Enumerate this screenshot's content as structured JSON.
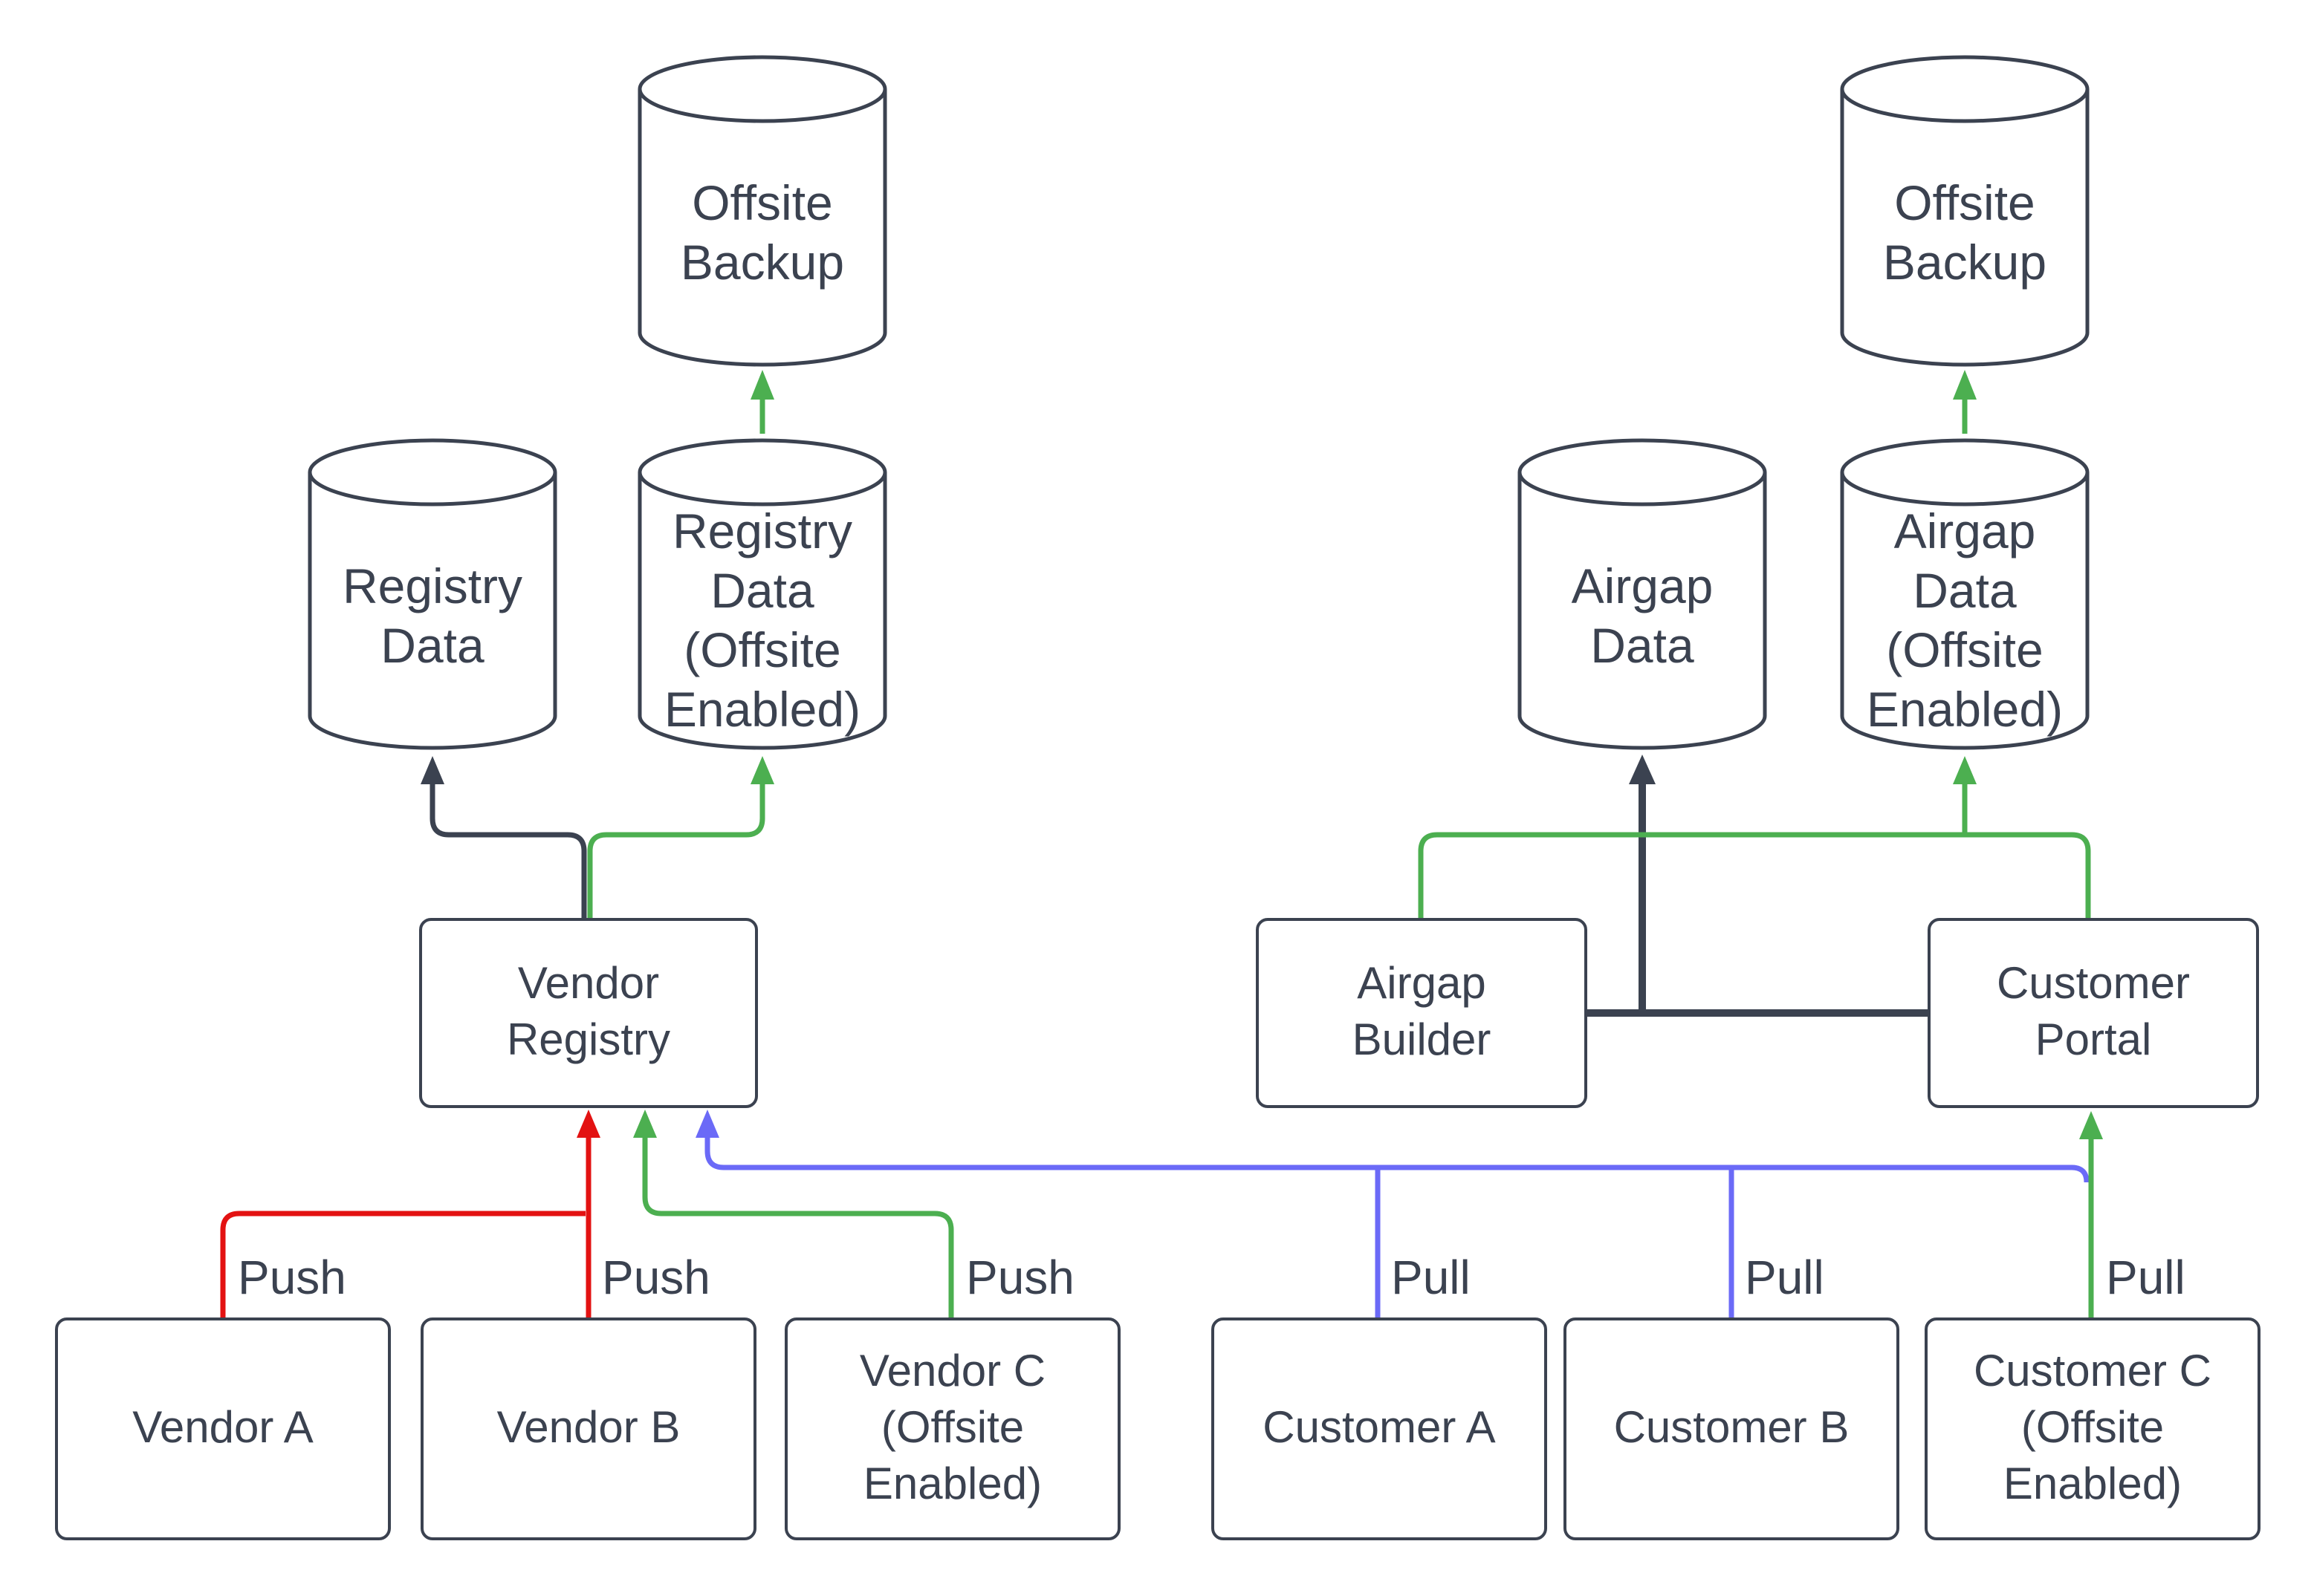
{
  "diagram": {
    "colors": {
      "stroke": "#3b4250",
      "text": "#3b4250",
      "green": "#4caf50",
      "red": "#e31212",
      "blue": "#6b6af7"
    },
    "nodes": {
      "offsite_backup_left": {
        "shape": "cylinder",
        "label": "Offsite\nBackup"
      },
      "registry_data": {
        "shape": "cylinder",
        "label": "Registry\nData"
      },
      "registry_data_offsite": {
        "shape": "cylinder",
        "label": "Registry\nData\n(Offsite\nEnabled)"
      },
      "offsite_backup_right": {
        "shape": "cylinder",
        "label": "Offsite\nBackup"
      },
      "airgap_data": {
        "shape": "cylinder",
        "label": "Airgap\nData"
      },
      "airgap_data_offsite": {
        "shape": "cylinder",
        "label": "Airgap\nData\n(Offsite\nEnabled)"
      },
      "vendor_registry": {
        "shape": "rect",
        "label": "Vendor\nRegistry"
      },
      "airgap_builder": {
        "shape": "rect",
        "label": "Airgap\nBuilder"
      },
      "customer_portal": {
        "shape": "rect",
        "label": "Customer\nPortal"
      },
      "vendor_a": {
        "shape": "rect",
        "label": "Vendor A"
      },
      "vendor_b": {
        "shape": "rect",
        "label": "Vendor B"
      },
      "vendor_c": {
        "shape": "rect",
        "label": "Vendor C\n(Offsite\nEnabled)"
      },
      "customer_a": {
        "shape": "rect",
        "label": "Customer A"
      },
      "customer_b": {
        "shape": "rect",
        "label": "Customer B"
      },
      "customer_c": {
        "shape": "rect",
        "label": "Customer C\n(Offsite\nEnabled)"
      }
    },
    "edge_labels": [
      {
        "id": "push-vendor-a",
        "text": "Push"
      },
      {
        "id": "push-vendor-b",
        "text": "Push"
      },
      {
        "id": "push-vendor-c",
        "text": "Push"
      },
      {
        "id": "pull-customer-a",
        "text": "Pull"
      },
      {
        "id": "pull-customer-b",
        "text": "Pull"
      },
      {
        "id": "pull-customer-c",
        "text": "Pull"
      }
    ]
  }
}
